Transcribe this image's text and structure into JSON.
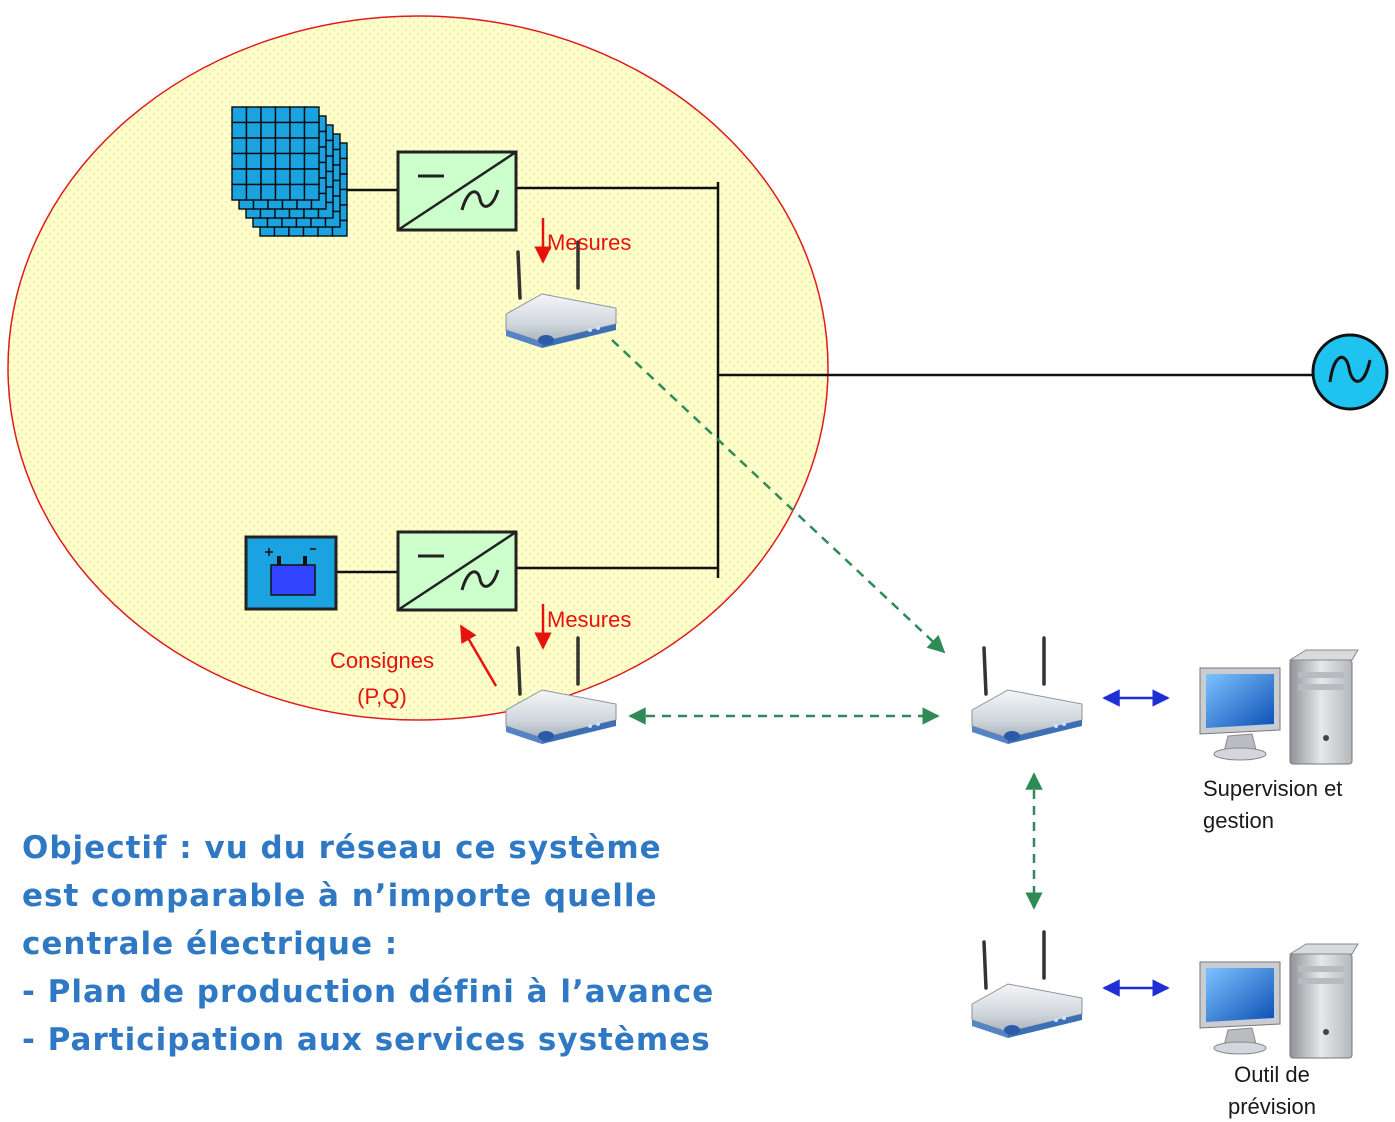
{
  "labels": {
    "mesures_top": "Mesures",
    "mesures_bottom": "Mesures",
    "consignes": "Consignes",
    "consignes_pq": "(P,Q)",
    "supervision": "Supervision et",
    "supervision2": "gestion",
    "outil": "Outil de",
    "outil2": "prévision"
  },
  "objective": {
    "line1": "Objectif : vu du réseau ce système",
    "line2": "est comparable à n’importe quelle",
    "line3": "centrale électrique :",
    "bullet1": "- Plan de production défini à l’avance",
    "bullet2": "- Participation aux services systèmes"
  },
  "colors": {
    "ellipse_fill": "#ffffc4",
    "ellipse_stroke": "#e21a1a",
    "converter_fill": "#ccffcc",
    "pv_cell": "#1aa3e0",
    "battery_fill": "#1aa3e0",
    "grid_source": "#1ec3f0",
    "comm_link": "#2e8b57",
    "local_link": "#1f2fd6",
    "label_red": "#e8120c",
    "objective_text": "#2f78c4"
  },
  "icons": [
    "pv-array-icon",
    "converter-icon",
    "battery-icon",
    "router-icon",
    "computer-icon",
    "ac-source-icon"
  ]
}
